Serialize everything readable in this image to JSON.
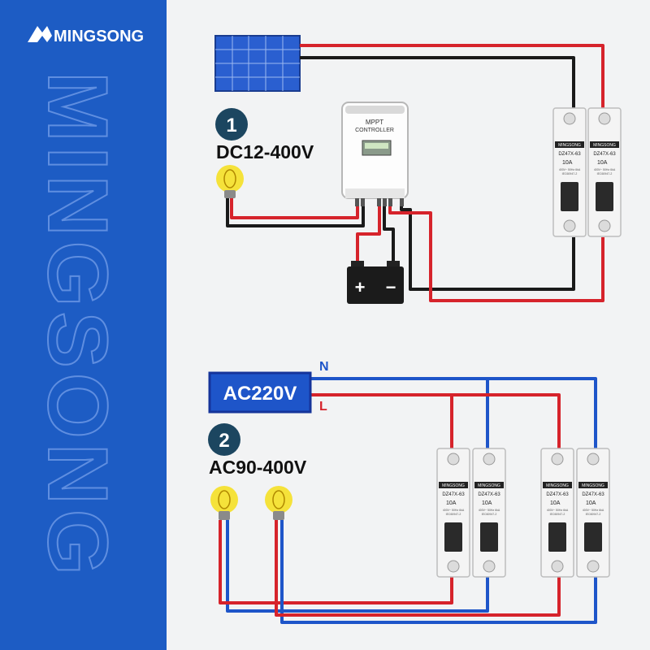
{
  "brand": {
    "logo_text": "MINGSONG",
    "watermark": "MINGSONG"
  },
  "colors": {
    "sidebar": "#1d5cc4",
    "background": "#f2f3f4",
    "wire_red": "#d6232b",
    "wire_black": "#1a1a1a",
    "wire_blue": "#1e55c9",
    "badge": "#1c4660",
    "bulb": "#f5e23a"
  },
  "dc_section": {
    "badge_number": "1",
    "voltage_label": "DC12-400V",
    "controller_title_line1": "MPPT",
    "controller_title_line2": "CONTROLLER",
    "battery_plus": "+",
    "battery_minus": "−"
  },
  "ac_section": {
    "badge_number": "2",
    "voltage_label": "AC90-400V",
    "source_label": "AC220V",
    "neutral_label": "N",
    "live_label": "L"
  },
  "breaker": {
    "brand": "MINGSONG",
    "model": "DZ47X-63",
    "rating": "10A",
    "spec_line1": "400V~ 50Hz 6kA",
    "spec_line2": "IEC60947-2"
  }
}
